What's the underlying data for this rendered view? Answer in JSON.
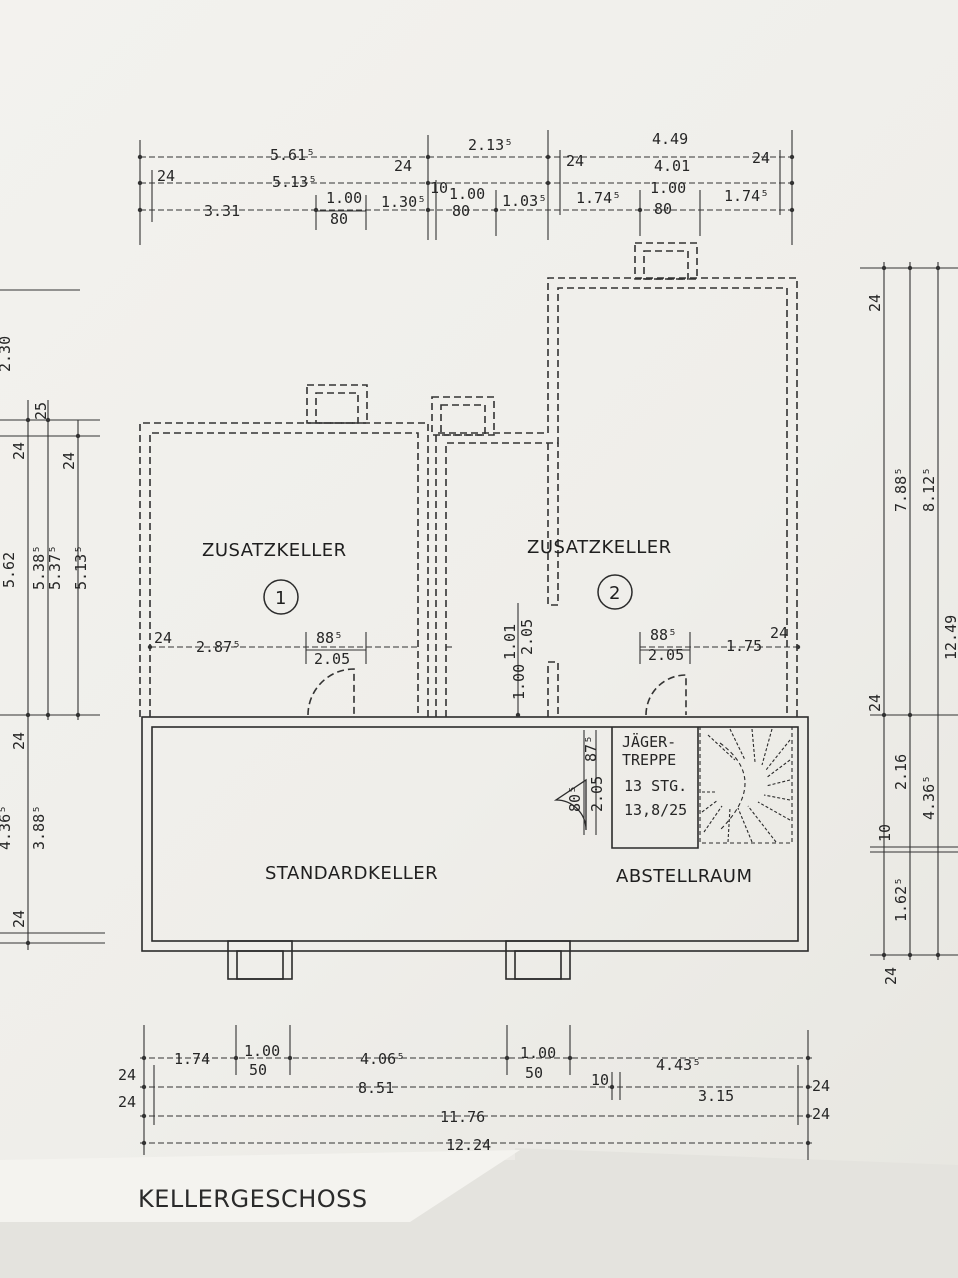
{
  "title": "KELLERGESCHOSS",
  "rooms": {
    "zusatzkeller_1": "ZUSATZKELLER",
    "zusatzkeller_2": "ZUSATZKELLER",
    "standardkeller": "STANDARDKELLER",
    "abstellraum": "ABSTELLRAUM",
    "number_1": "1",
    "number_2": "2"
  },
  "stair": {
    "line1": "JÄGER-",
    "line2": "TREPPE",
    "line3": "13 STG.",
    "line4": "13,8/25"
  },
  "top_dims": {
    "r1": [
      "5.61⁵",
      "2.13⁵",
      "4.49"
    ],
    "r2": [
      "24",
      "5.13⁵",
      "24",
      "24",
      "4.01",
      "24"
    ],
    "r3": [
      "3.31",
      "1.00",
      "80",
      "1.30⁵",
      "10",
      "1.00",
      "80",
      "1.03⁵",
      "1.74⁵",
      "1.00",
      "80",
      "1.74⁵"
    ]
  },
  "bottom_dims": {
    "r1": [
      "1.74",
      "1.00",
      "50",
      "4.06⁵",
      "1.00",
      "50",
      "4.43⁵"
    ],
    "r2": [
      "24",
      "8.51",
      "10",
      "3.15",
      "24"
    ],
    "r3": [
      "24",
      "11.76",
      "24"
    ],
    "r4": [
      "12.24"
    ]
  },
  "right_dims": [
    "24",
    "7.88⁵",
    "8.12⁵",
    "12.49",
    "24",
    "2.16",
    "10",
    "4.36⁵",
    "1.62⁵",
    "24"
  ],
  "left_dims": [
    "2.30",
    "25",
    "24",
    "24",
    "5.62",
    "5.38⁵",
    "5.37⁵",
    "5.13⁵",
    "24",
    "4.36⁵",
    "3.88⁵",
    "24"
  ],
  "interior_dims": [
    "24",
    "2.87⁵",
    "88⁵",
    "2.05",
    "1.01",
    "2.05",
    "1.00",
    "88⁵",
    "2.05",
    "1.75",
    "24",
    "87⁵",
    "80⁵",
    "2.05"
  ]
}
